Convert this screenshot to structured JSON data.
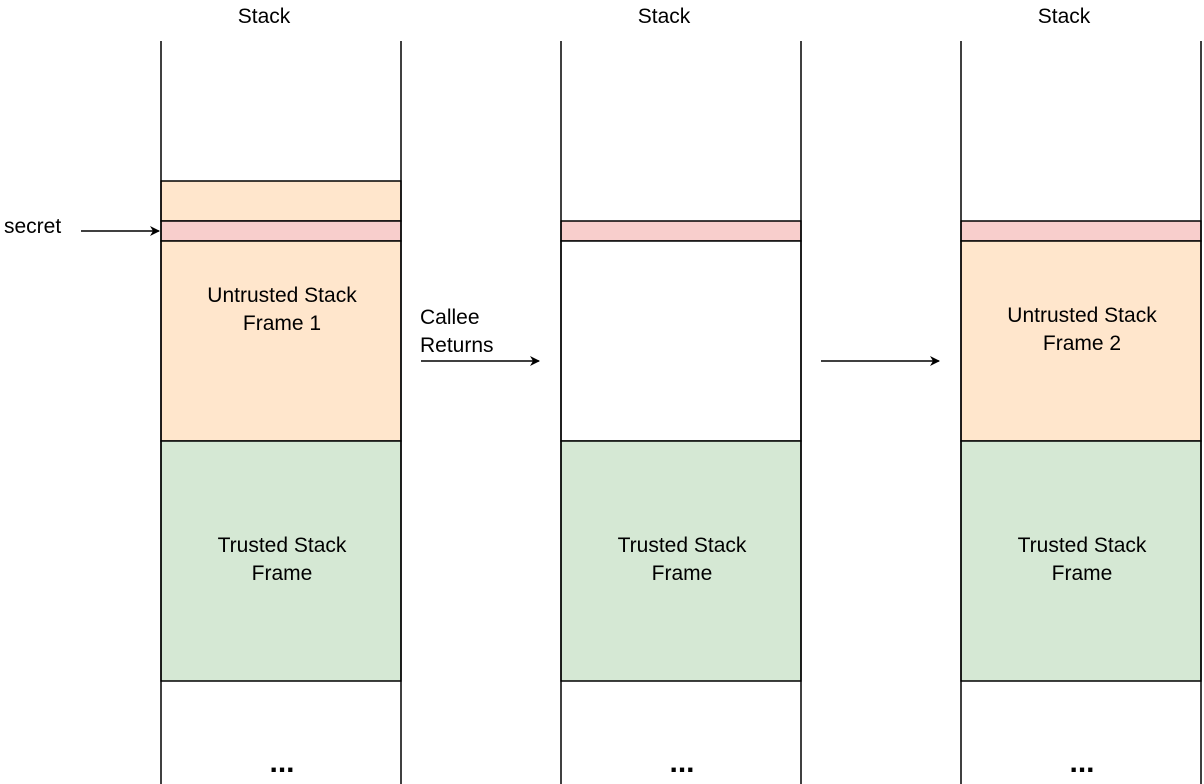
{
  "colors": {
    "untrusted_fill": "#ffe6cc",
    "secret_fill": "#f8cecc",
    "trusted_fill": "#d5e8d4",
    "line": "#000000"
  },
  "stacks": [
    {
      "header": "Stack",
      "untrusted_frame": {
        "line1": "Untrusted Stack",
        "line2": "Frame 1"
      },
      "trusted_frame": {
        "line1": "Trusted Stack",
        "line2": "Frame"
      },
      "ellipsis": "..."
    },
    {
      "header": "Stack",
      "trusted_frame": {
        "line1": "Trusted Stack",
        "line2": "Frame"
      },
      "ellipsis": "..."
    },
    {
      "header": "Stack",
      "untrusted_frame": {
        "line1": "Untrusted Stack",
        "line2": "Frame 2"
      },
      "trusted_frame": {
        "line1": "Trusted Stack",
        "line2": "Frame"
      },
      "ellipsis": "..."
    }
  ],
  "labels": {
    "secret": "secret",
    "callee_returns_line1": "Callee",
    "callee_returns_line2": "Returns"
  }
}
